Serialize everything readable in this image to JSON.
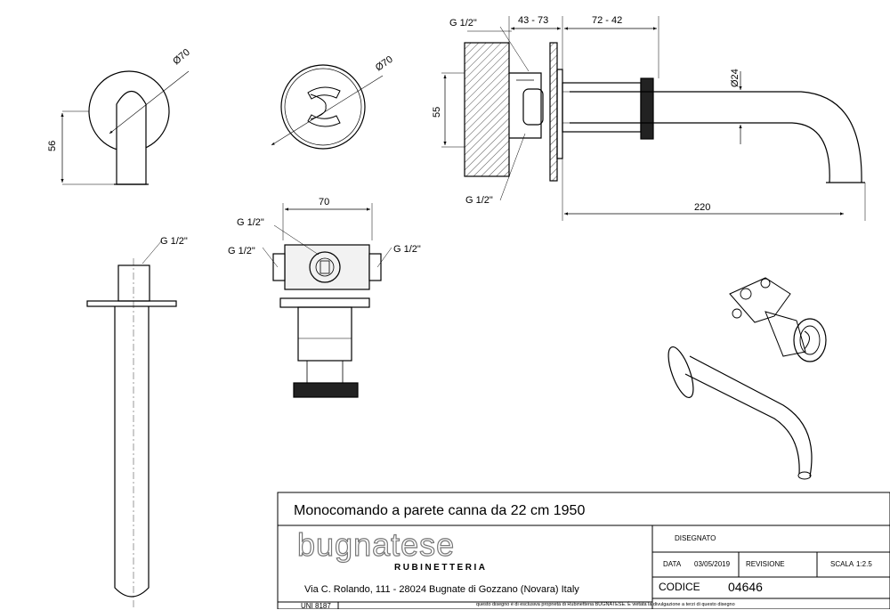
{
  "dims": {
    "front_diameter": "Ø70",
    "front_height": "56",
    "plate_diameter": "Ø70",
    "body_height": "55",
    "depth_a": "43 - 73",
    "depth_b": "72 - 42",
    "spout_diameter": "Ø24",
    "spout_length": "220",
    "box_width": "70"
  },
  "threads": {
    "side_top": "G 1/2\"",
    "side_bottom": "G 1/2\"",
    "box_top": "G 1/2\"",
    "box_left": "G 1/2\"",
    "box_right": "G 1/2\"",
    "spout_top": "G 1/2\""
  },
  "title_block": {
    "title": "Monocomando a parete canna da 22 cm 1950",
    "brand": "bugnatese",
    "brand_sub": "RUBINETTERIA",
    "address": "Via C. Rolando, 111 - 28024 Bugnate di Gozzano (Novara) Italy",
    "designed_label": "DISEGNATO",
    "date_label": "DATA",
    "date_value": "03/05/2019",
    "revision_label": "REVISIONE",
    "scale_label": "SCALA",
    "scale_value": "1:2.5",
    "code_label": "CODICE",
    "code_value": "04646",
    "norm": "UNI 8187",
    "notice": "questo disegno è di esclusiva proprietà di Rubinetteria BUGNATESE. È vietata la divulgazione a terzi di questo disegno"
  }
}
